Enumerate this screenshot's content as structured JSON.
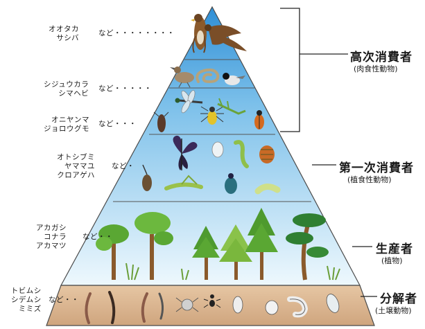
{
  "levels": [
    {
      "title": "高次消費者",
      "subtitle": "(肉食性動物)"
    },
    {
      "title": "第一次消費者",
      "subtitle": "(植食性動物)"
    },
    {
      "title": "生産者",
      "subtitle": "(植物)"
    },
    {
      "title": "分解者",
      "subtitle": "(土壌動物)"
    }
  ],
  "examples": {
    "hawks": {
      "lines": [
        "オオタカ",
        "サシバ"
      ],
      "suffix": "など・・・・・・・・"
    },
    "birds_snakes": {
      "lines": [
        "シジュウカラ",
        "シマヘビ"
      ],
      "suffix": "など・・・・・"
    },
    "dragonfly_spider": {
      "lines": [
        "オニヤンマ",
        "ジョロウグモ"
      ],
      "suffix": "など・・・"
    },
    "herbivores": {
      "lines": [
        "オトシブミ",
        "ヤママユ",
        "クロアゲハ"
      ],
      "suffix": "など・"
    },
    "trees": {
      "lines": [
        "アカガシ",
        "コナラ",
        "アカマツ"
      ],
      "suffix": "など・・"
    },
    "soil": {
      "lines": [
        "トビムシ",
        "シデムシ",
        "ミミズ"
      ],
      "suffix": "など・・"
    }
  },
  "colors": {
    "sky_top": "#2f8fd6",
    "sky_bottom": "#eaf6fd",
    "soil": "#d9b692",
    "tree": "#5aa733",
    "trunk": "#8a5a2b",
    "bracket": "#222222"
  },
  "icons": [
    "hawk-icon",
    "tit-icon",
    "snake-icon",
    "dragonfly-icon",
    "spider-icon",
    "mantis-icon",
    "beetle-icon",
    "butterfly-icon",
    "grasshopper-icon",
    "caterpillar-icon",
    "tree-icon",
    "earthworm-icon",
    "springtail-icon",
    "ant-icon"
  ]
}
